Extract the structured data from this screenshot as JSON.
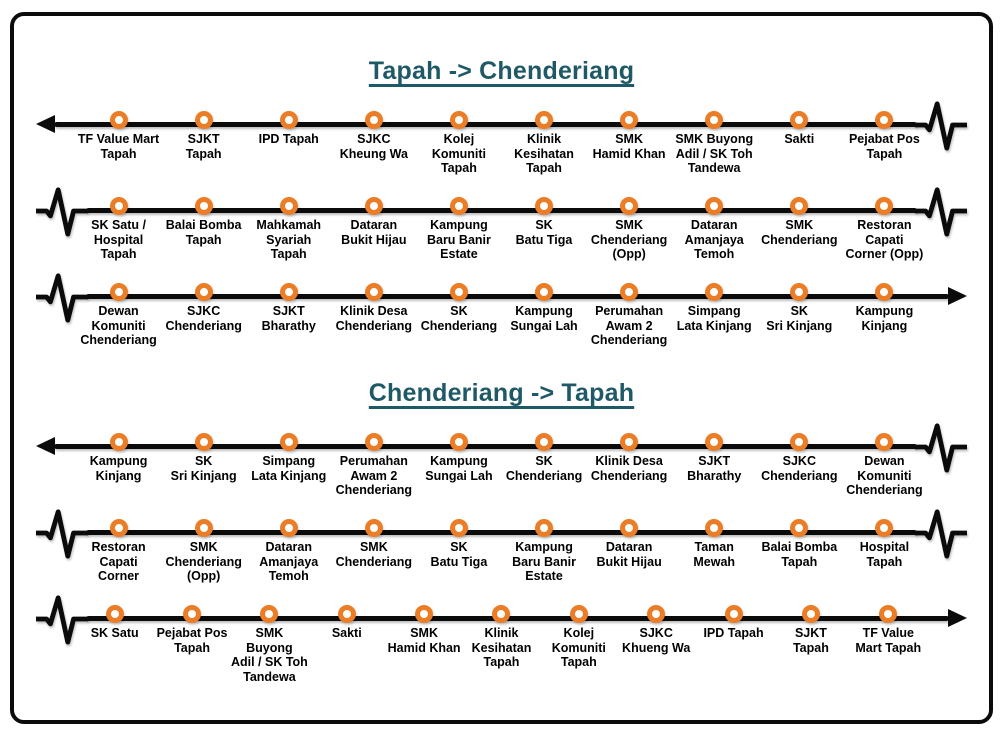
{
  "colors": {
    "accent_orange": "#EB7D27",
    "title_teal": "#1F5968",
    "line_black": "#0b0b0b"
  },
  "sections": [
    {
      "title": "Tapah -> Chenderiang",
      "rows": [
        {
          "start": "arrow",
          "end": "pulse",
          "stops": [
            "TF Value Mart\nTapah",
            "SJKT\nTapah",
            "IPD Tapah",
            "SJKC\nKheung Wa",
            "Kolej\nKomuniti\nTapah",
            "Klinik\nKesihatan\nTapah",
            "SMK\nHamid Khan",
            "SMK Buyong\nAdil / SK Toh\nTandewa",
            "Sakti",
            "Pejabat Pos\nTapah"
          ]
        },
        {
          "start": "pulse",
          "end": "pulse",
          "stops": [
            "SK Satu /\nHospital\nTapah",
            "Balai Bomba\nTapah",
            "Mahkamah\nSyariah\nTapah",
            "Dataran\nBukit Hijau",
            "Kampung\nBaru Banir\nEstate",
            "SK\nBatu Tiga",
            "SMK\nChenderiang\n(Opp)",
            "Dataran\nAmanjaya\nTemoh",
            "SMK\nChenderiang",
            "Restoran\nCapati\nCorner (Opp)"
          ]
        },
        {
          "start": "pulse",
          "end": "arrow",
          "stops": [
            "Dewan\nKomuniti\nChenderiang",
            "SJKC\nChenderiang",
            "SJKT\nBharathy",
            "Klinik Desa\nChenderiang",
            "SK\nChenderiang",
            "Kampung\nSungai Lah",
            "Perumahan\nAwam 2\nChenderiang",
            "Simpang\nLata Kinjang",
            "SK\nSri Kinjang",
            "Kampung\nKinjang"
          ]
        }
      ]
    },
    {
      "title": "Chenderiang -> Tapah",
      "rows": [
        {
          "start": "arrow",
          "end": "pulse",
          "stops": [
            "Kampung\nKinjang",
            "SK\nSri Kinjang",
            "Simpang\nLata Kinjang",
            "Perumahan\nAwam 2\nChenderiang",
            "Kampung\nSungai Lah",
            "SK\nChenderiang",
            "Klinik Desa\nChenderiang",
            "SJKT\nBharathy",
            "SJKC\nChenderiang",
            "Dewan\nKomuniti\nChenderiang"
          ]
        },
        {
          "start": "pulse",
          "end": "pulse",
          "stops": [
            "Restoran\nCapati\nCorner",
            "SMK\nChenderiang\n(Opp)",
            "Dataran\nAmanjaya\nTemoh",
            "SMK\nChenderiang",
            "SK\nBatu Tiga",
            "Kampung\nBaru Banir\nEstate",
            "Dataran\nBukit Hijau",
            "Taman\nMewah",
            "Balai Bomba\nTapah",
            "Hospital\nTapah"
          ]
        },
        {
          "start": "pulse",
          "end": "arrow",
          "stops": [
            "SK Satu",
            "Pejabat Pos\nTapah",
            "SMK Buyong\nAdil / SK Toh\nTandewa",
            "Sakti",
            "SMK\nHamid Khan",
            "Klinik\nKesihatan\nTapah",
            "Kolej\nKomuniti\nTapah",
            "SJKC\nKhueng Wa",
            "IPD Tapah",
            "SJKT\nTapah",
            "TF Value\nMart Tapah"
          ]
        }
      ]
    }
  ]
}
